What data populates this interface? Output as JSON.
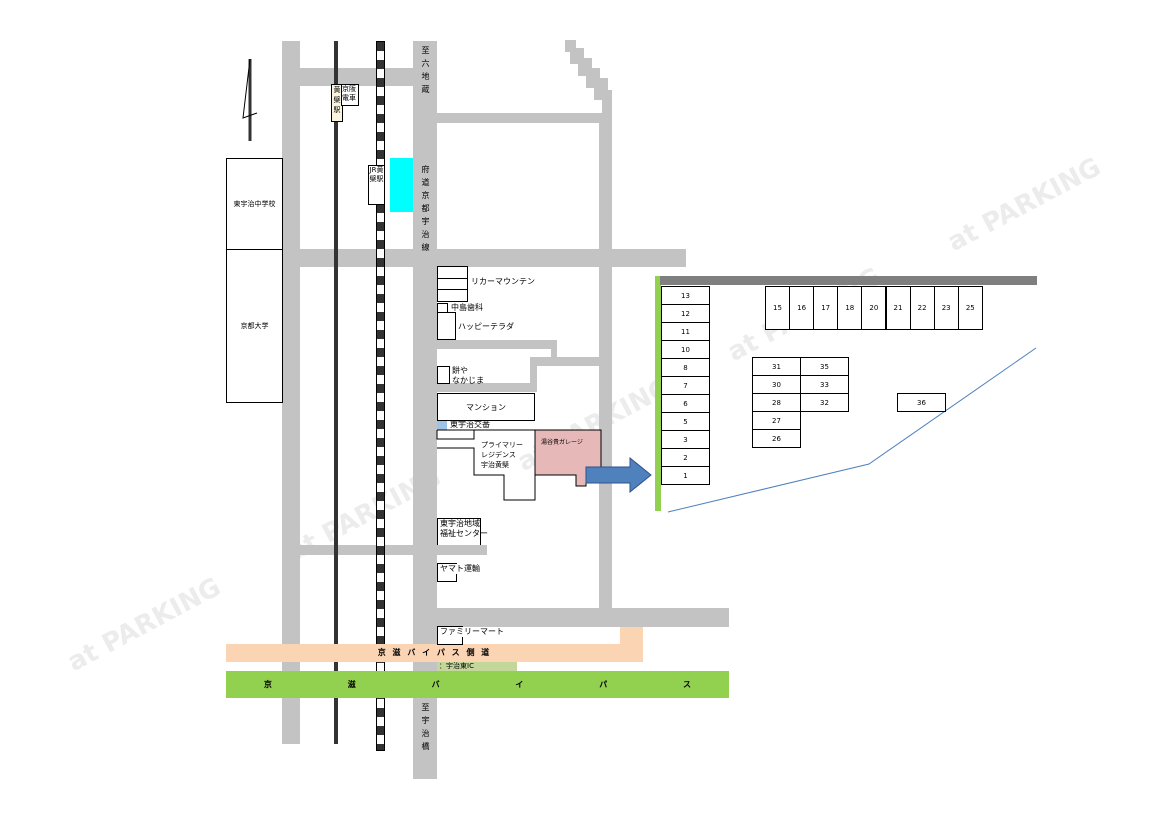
{
  "watermark": "at PARKING",
  "roads": {
    "route_north": "至六地蔵",
    "fudo": "府道京都宇治線",
    "route_south": "至宇治橋",
    "bypass_side": "京 滋 バ イ パ ス 側 道",
    "bypass": [
      "京",
      "滋",
      "バ",
      "イ",
      "パ",
      "ス"
    ],
    "ic": "：宇治東IC"
  },
  "stations": {
    "keihan_company": "京阪電車",
    "keihan_station": "黄檗駅",
    "jr_station": "JR黄檗駅"
  },
  "landmarks": {
    "school": "東宇治中学校",
    "university": "京都大学",
    "liquor": "リカーマウンテン",
    "dental": "中島歯科",
    "happy": "ハッピーテラダ",
    "mochi": "餅や\nなかじま",
    "mansion": "マンション",
    "koban": "東宇治交番",
    "primary": "プライマリー\nレジデンス\n宇治黄檗",
    "garage": "湯谷貴ガレージ",
    "welfare": "東宇治地域\n福祉センター",
    "yamato": "ヤマト運輸",
    "familymart": "ファミリーマート"
  },
  "parking": {
    "left_column": [
      "13",
      "12",
      "11",
      "10",
      "8",
      "7",
      "6",
      "5",
      "3",
      "2",
      "1"
    ],
    "top_row": [
      "15",
      "16",
      "17",
      "18",
      "20",
      "21",
      "22",
      "23",
      "25"
    ],
    "block": [
      [
        "31",
        "35"
      ],
      [
        "30",
        "33"
      ],
      [
        "28",
        "32"
      ],
      [
        "27"
      ],
      [
        "26"
      ]
    ],
    "single": "36"
  },
  "colors": {
    "road": "#c3c3c3",
    "bypass": "#92d050",
    "side_road": "#fbd4b4",
    "station_area": "#00ffff",
    "garage": "#e6b8b7",
    "arrow": "#4f81bd"
  }
}
